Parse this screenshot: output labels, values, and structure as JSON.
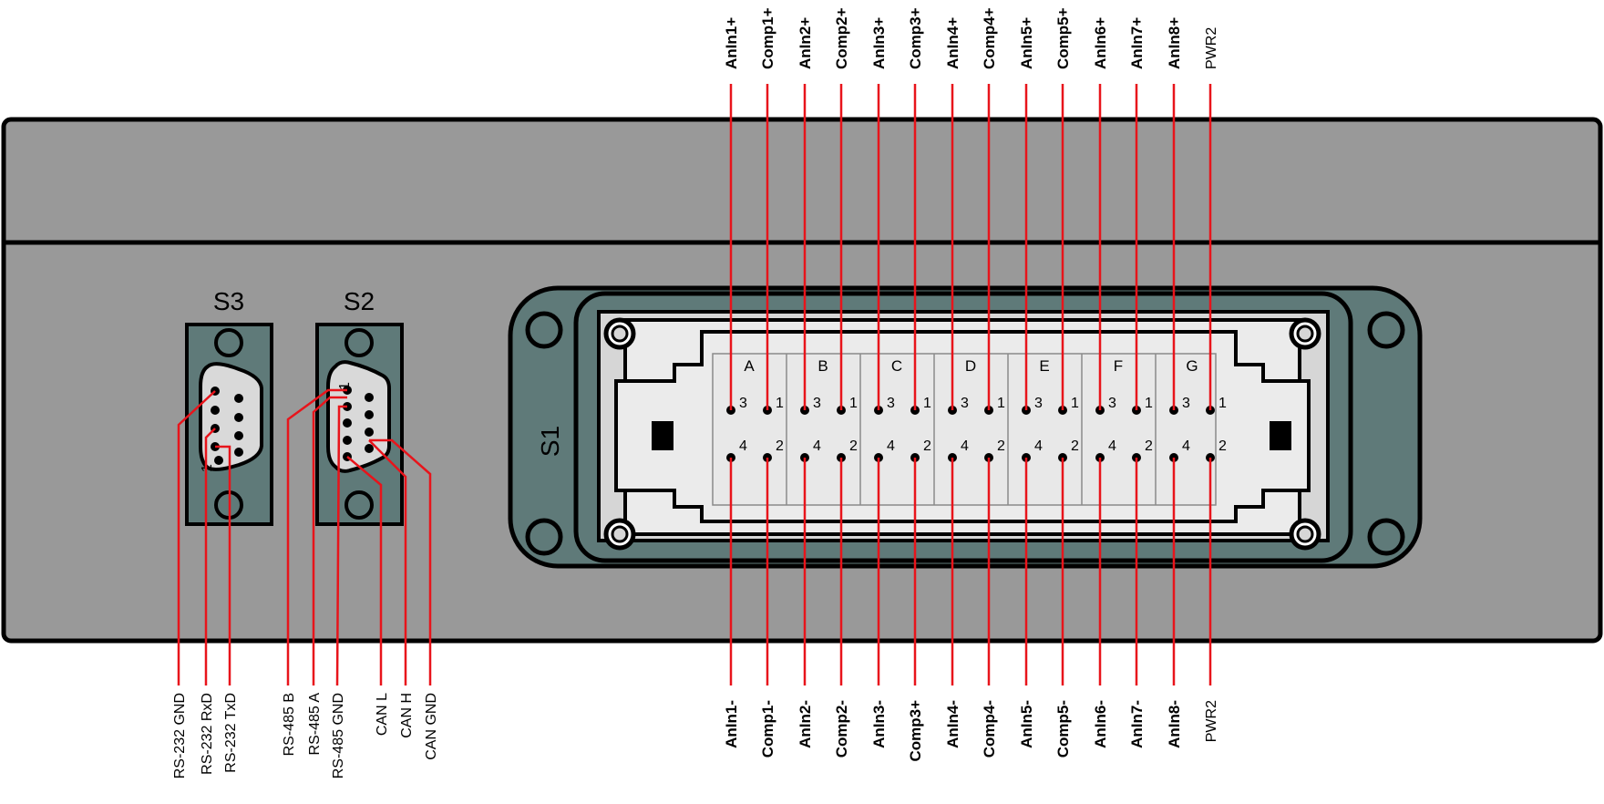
{
  "colors": {
    "housing": "#999999",
    "frame": "#5f7a79",
    "insert": "#d6d6d6",
    "wire": "#e8141b",
    "outline": "#000000"
  },
  "connectors": {
    "s3": {
      "title": "S3",
      "pin_label": "1"
    },
    "s2": {
      "title": "S2",
      "pin_label": "1"
    },
    "s1": {
      "title": "S1"
    }
  },
  "s1_columns": [
    {
      "letter": "A",
      "top_left": "3",
      "top_right": "1",
      "bot_left": "4",
      "bot_right": "2"
    },
    {
      "letter": "B",
      "top_left": "3",
      "top_right": "1",
      "bot_left": "4",
      "bot_right": "2"
    },
    {
      "letter": "C",
      "top_left": "3",
      "top_right": "1",
      "bot_left": "4",
      "bot_right": "2"
    },
    {
      "letter": "D",
      "top_left": "3",
      "top_right": "1",
      "bot_left": "4",
      "bot_right": "2"
    },
    {
      "letter": "E",
      "top_left": "3",
      "top_right": "1",
      "bot_left": "4",
      "bot_right": "2"
    },
    {
      "letter": "F",
      "top_left": "3",
      "top_right": "1",
      "bot_left": "4",
      "bot_right": "2"
    },
    {
      "letter": "G",
      "top_left": "3",
      "top_right": "1",
      "bot_left": "4",
      "bot_right": "2"
    }
  ],
  "top_labels": [
    {
      "text": "AnIn1+",
      "bold": true
    },
    {
      "text": "Comp1+",
      "bold": true
    },
    {
      "text": "AnIn2+",
      "bold": true
    },
    {
      "text": "Comp2+",
      "bold": true
    },
    {
      "text": "AnIn3+",
      "bold": true
    },
    {
      "text": "Comp3+",
      "bold": true
    },
    {
      "text": "AnIn4+",
      "bold": true
    },
    {
      "text": "Comp4+",
      "bold": true
    },
    {
      "text": "AnIn5+",
      "bold": true
    },
    {
      "text": "Comp5+",
      "bold": true
    },
    {
      "text": "AnIn6+",
      "bold": true
    },
    {
      "text": "AnIn7+",
      "bold": true
    },
    {
      "text": "AnIn8+",
      "bold": true
    },
    {
      "text": "PWR2",
      "bold": false
    }
  ],
  "bottom_labels": [
    {
      "text": "AnIn1-",
      "bold": true
    },
    {
      "text": "Comp1-",
      "bold": true
    },
    {
      "text": "AnIn2-",
      "bold": true
    },
    {
      "text": "Comp2-",
      "bold": true
    },
    {
      "text": "AnIn3-",
      "bold": true
    },
    {
      "text": "Comp3+",
      "bold": true
    },
    {
      "text": "AnIn4-",
      "bold": true
    },
    {
      "text": "Comp4-",
      "bold": true
    },
    {
      "text": "AnIn5-",
      "bold": true
    },
    {
      "text": "Comp5-",
      "bold": true
    },
    {
      "text": "AnIn6-",
      "bold": true
    },
    {
      "text": "AnIn7-",
      "bold": true
    },
    {
      "text": "AnIn8-",
      "bold": true
    },
    {
      "text": "PWR2",
      "bold": false
    }
  ],
  "s3_labels": [
    "RS-232 GND",
    "RS-232 RxD",
    "RS-232 TxD"
  ],
  "s2_labels": [
    "RS-485 B",
    "RS-485 A",
    "RS-485 GND",
    "CAN L",
    "CAN H",
    "CAN GND"
  ]
}
